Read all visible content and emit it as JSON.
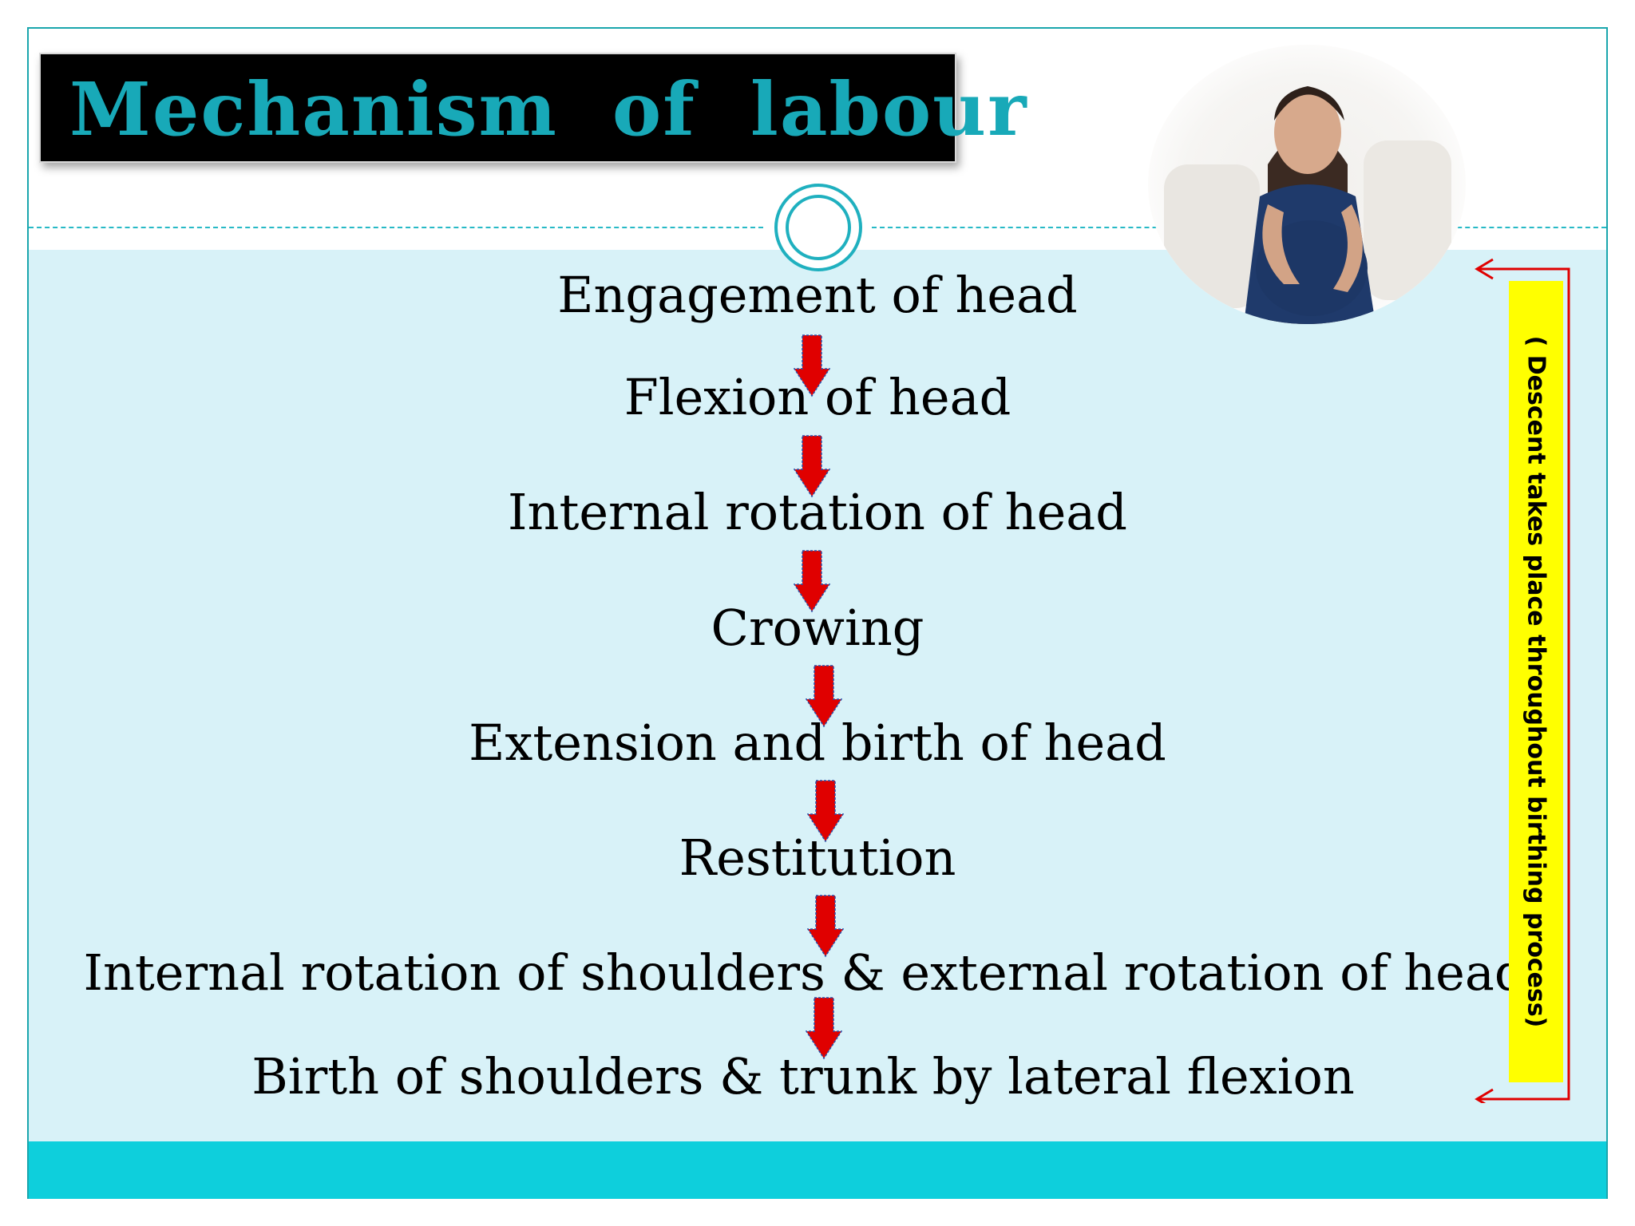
{
  "title": "Mechanism  of  labour",
  "steps": [
    "Engagement of  head",
    "Flexion of head",
    "Internal rotation of head",
    "Crowing",
    "Extension and birth of head",
    "Restitution",
    "Internal rotation of shoulders & external rotation of  head",
    "Birth of shoulders  & trunk by lateral  flexion"
  ],
  "side_note": "( Descent takes place throughout birthing process)",
  "colors": {
    "title_text": "#18a9b8",
    "title_bg": "#000000",
    "content_bg": "#d8f2f8",
    "bottom_bar": "#0ecfdc",
    "arrow": "#e00000",
    "side_note_bg": "#ffff00",
    "bracket": "#e00000"
  },
  "icons": {
    "flow_arrow": "down-arrow-icon",
    "ring": "circle-ring-icon",
    "photo": "pregnant-woman-photo"
  }
}
